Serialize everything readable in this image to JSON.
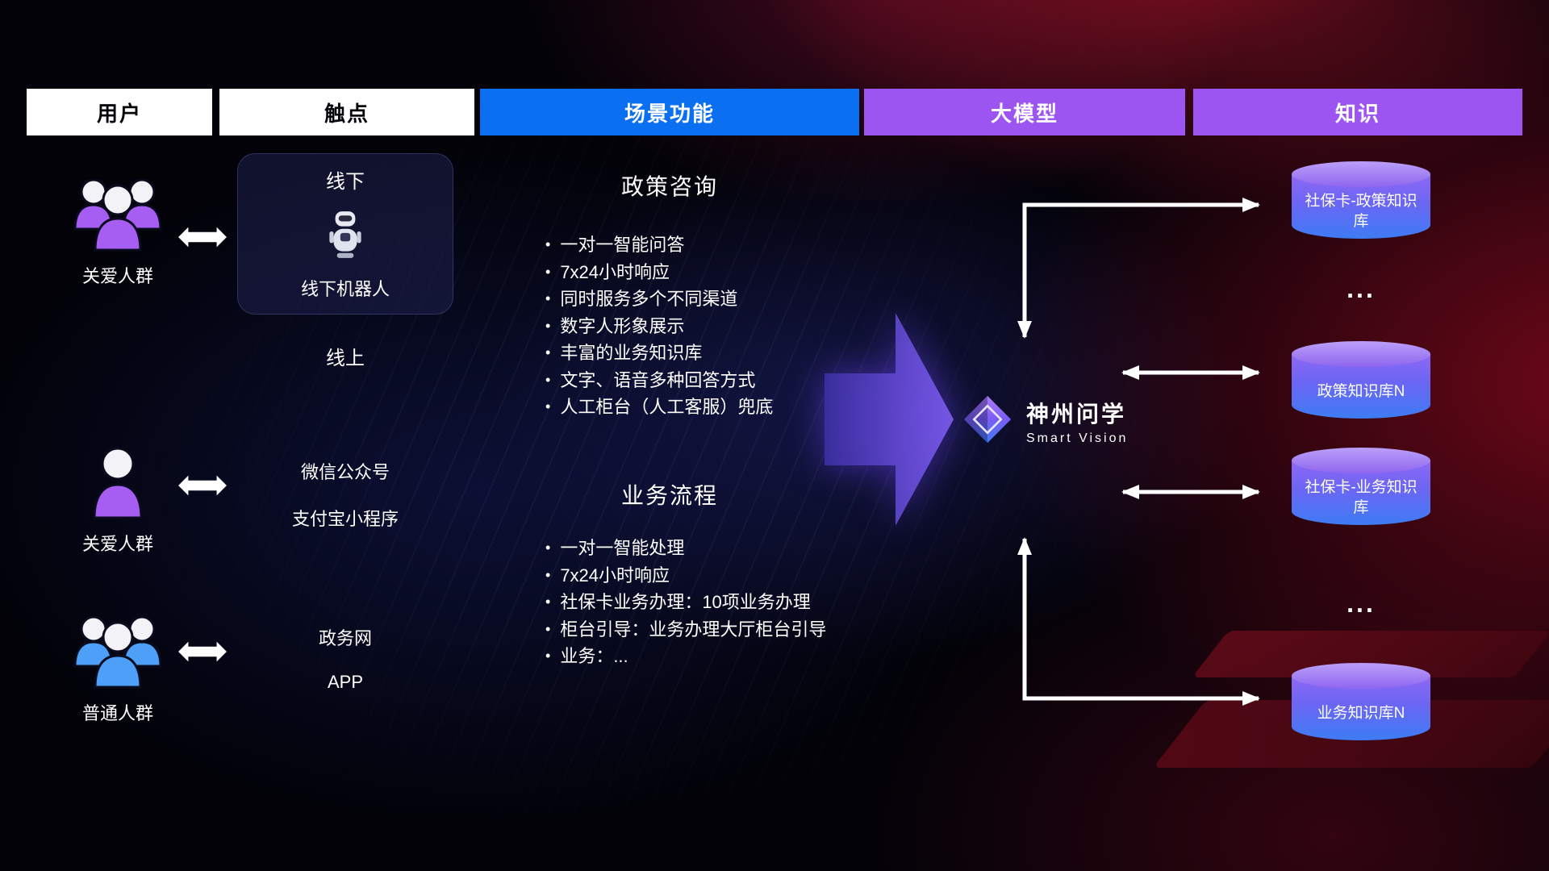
{
  "headers": [
    {
      "label": "用户",
      "style": "white"
    },
    {
      "label": "触点",
      "style": "white"
    },
    {
      "label": "场景功能",
      "style": "blue"
    },
    {
      "label": "大模型",
      "style": "purple"
    },
    {
      "label": "知识",
      "style": "purple"
    }
  ],
  "users": [
    {
      "label": "关爱人群",
      "icon": "people-group-icon",
      "color": "#a55df2"
    },
    {
      "label": "关爱人群",
      "icon": "person-icon",
      "color": "#a55df2"
    },
    {
      "label": "普通人群",
      "icon": "people-group-icon",
      "color": "#4d9ff7"
    }
  ],
  "touchpoints": {
    "offline": {
      "title": "线下",
      "robot_icon": "robot-icon",
      "robot_label": "线下机器人"
    },
    "online_title": "线上",
    "online_channels": [
      "微信公众号",
      "支付宝小程序"
    ],
    "gov_channels": [
      "政务网",
      "APP"
    ]
  },
  "scenes": [
    {
      "title": "政策咨询",
      "items": [
        "一对一智能问答",
        "7x24小时响应",
        "同时服务多个不同渠道",
        "数字人形象展示",
        "丰富的业务知识库",
        "文字、语音多种回答方式",
        "人工柜台（人工客服）兜底"
      ]
    },
    {
      "title": "业务流程",
      "items": [
        "一对一智能处理",
        "7x24小时响应",
        "社保卡业务办理：10项业务办理",
        "柜台引导：业务办理大厅柜台引导",
        "业务：..."
      ]
    }
  ],
  "model": {
    "logo_icon": "diamond-logo-icon",
    "name": "神州问学",
    "subtitle": "Smart Vision"
  },
  "knowledge": {
    "items": [
      "社保卡-政策知识库",
      "政策知识库N",
      "社保卡-业务知识库",
      "业务知识库N"
    ],
    "ellipsis": "..."
  },
  "colors": {
    "header_blue": "#0b6ff2",
    "header_purple": "#9d55f2",
    "user_purple": "#a55df2",
    "user_blue": "#4d9ff7",
    "cylinder_top": "#bb9ffa",
    "cylinder_body_top": "#8d68f5",
    "cylinder_body_bottom": "#3d7cf3",
    "connector_white": "#ffffff",
    "flow_arrow_purple": "#6d4df0",
    "background_red": "#8a0f20"
  }
}
